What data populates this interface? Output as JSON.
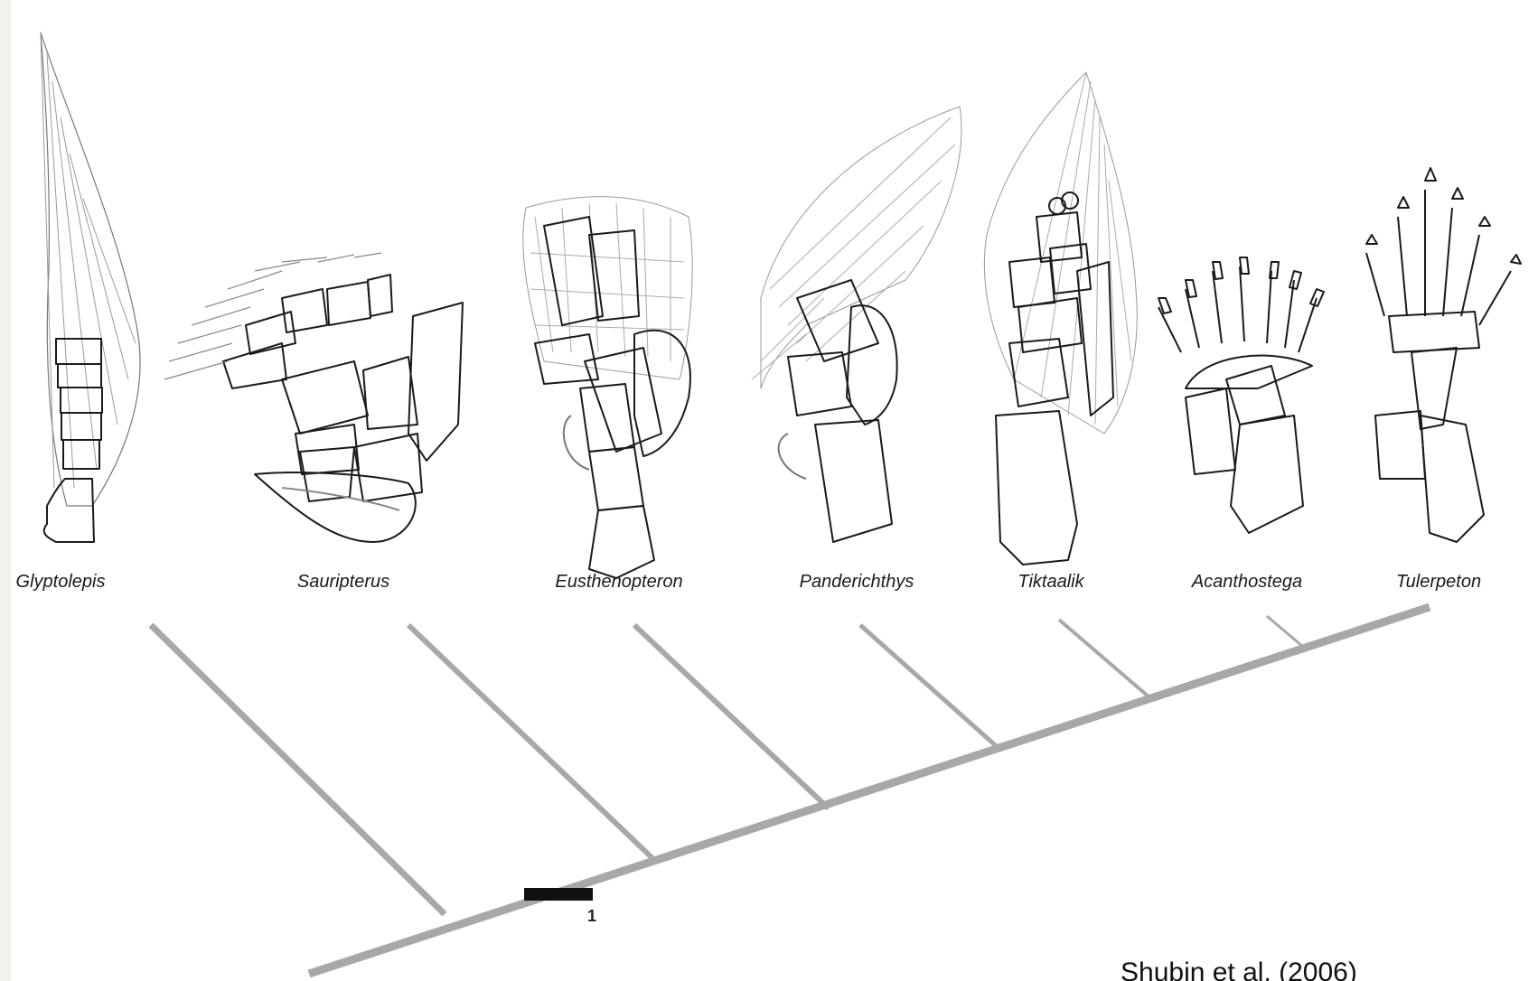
{
  "taxa": [
    "Glyptolepis",
    "Sauripterus",
    "Eusthenopteron",
    "Panderichthys",
    "Tiktaalik",
    "Acanthostega",
    "Tulerpeton"
  ],
  "scale_bar": {
    "label": "1"
  },
  "citation": "Shubin et al. (2006)",
  "colors": {
    "tree": "#a8a8a8",
    "ink": "#1a1a1a",
    "page": "#ffffff",
    "margin": "#f1f0ea"
  }
}
